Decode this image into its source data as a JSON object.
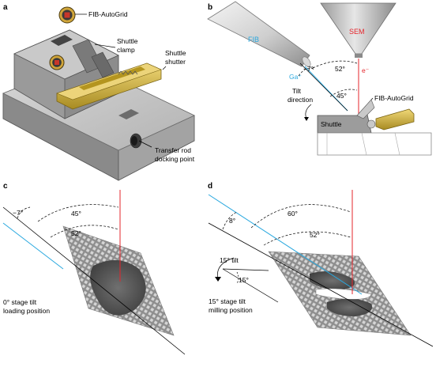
{
  "panels": {
    "a": {
      "letter": "a",
      "labels": {
        "fib_autogrid": "FIB-AutoGrid",
        "shuttle_clamp_1": "Shuttle",
        "shuttle_clamp_2": "clamp",
        "shuttle_shutter_1": "Shuttle",
        "shuttle_shutter_2": "shutter",
        "transfer_rod_1": "Transfer rod",
        "transfer_rod_2": "docking point"
      }
    },
    "b": {
      "letter": "b",
      "labels": {
        "fib": "FIB",
        "sem": "SEM",
        "ga": "Ga⁺",
        "electron": "e⁻",
        "tilt_1": "Tilt",
        "tilt_2": "direction",
        "fib_autogrid": "FIB-AutoGrid",
        "shuttle": "Shuttle"
      },
      "angles": {
        "a7": "−7°",
        "a52": "52°",
        "a45": "45°"
      }
    },
    "c": {
      "letter": "c",
      "angles": {
        "a7": "−7°",
        "a45": "45°",
        "a52": "52°"
      },
      "labels": {
        "pos_1": "0° stage tilt",
        "pos_2": "loading position"
      }
    },
    "d": {
      "letter": "d",
      "angles": {
        "a8": "8°",
        "a60": "60°",
        "a52": "52°",
        "a15": "15°"
      },
      "labels": {
        "tilt15": "15° tilt",
        "pos_1": "15° stage tilt",
        "pos_2": "milling position"
      }
    }
  },
  "colors": {
    "ion_beam": "#29a8df",
    "electron_beam": "#e5242b",
    "sem_text": "#e5242b",
    "fib_text": "#29a8df",
    "gold": "#d7b94a",
    "metal": "#a9a9a9"
  }
}
